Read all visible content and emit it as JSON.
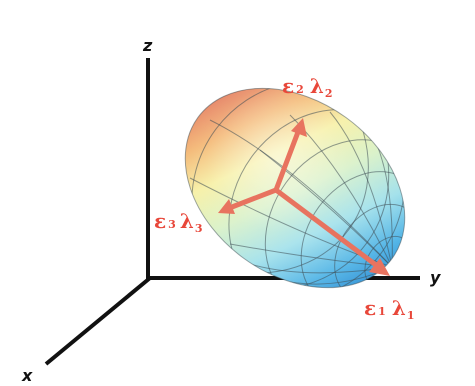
{
  "axes": {
    "x_label": "x",
    "y_label": "y",
    "z_label": "z"
  },
  "eigen_labels": {
    "first": {
      "epsilon": "ε",
      "epsilon_sub": "1",
      "lambda": "λ",
      "lambda_sub": "1"
    },
    "second": {
      "epsilon": "ε",
      "epsilon_sub": "2",
      "lambda": "λ",
      "lambda_sub": "2"
    },
    "third": {
      "epsilon": "ε",
      "epsilon_sub": "3",
      "lambda": "λ",
      "lambda_sub": "3"
    }
  },
  "colors": {
    "axis": "#111111",
    "arrow": "#e8735f",
    "label": "#e8473a",
    "mesh": "#3f4f55"
  }
}
